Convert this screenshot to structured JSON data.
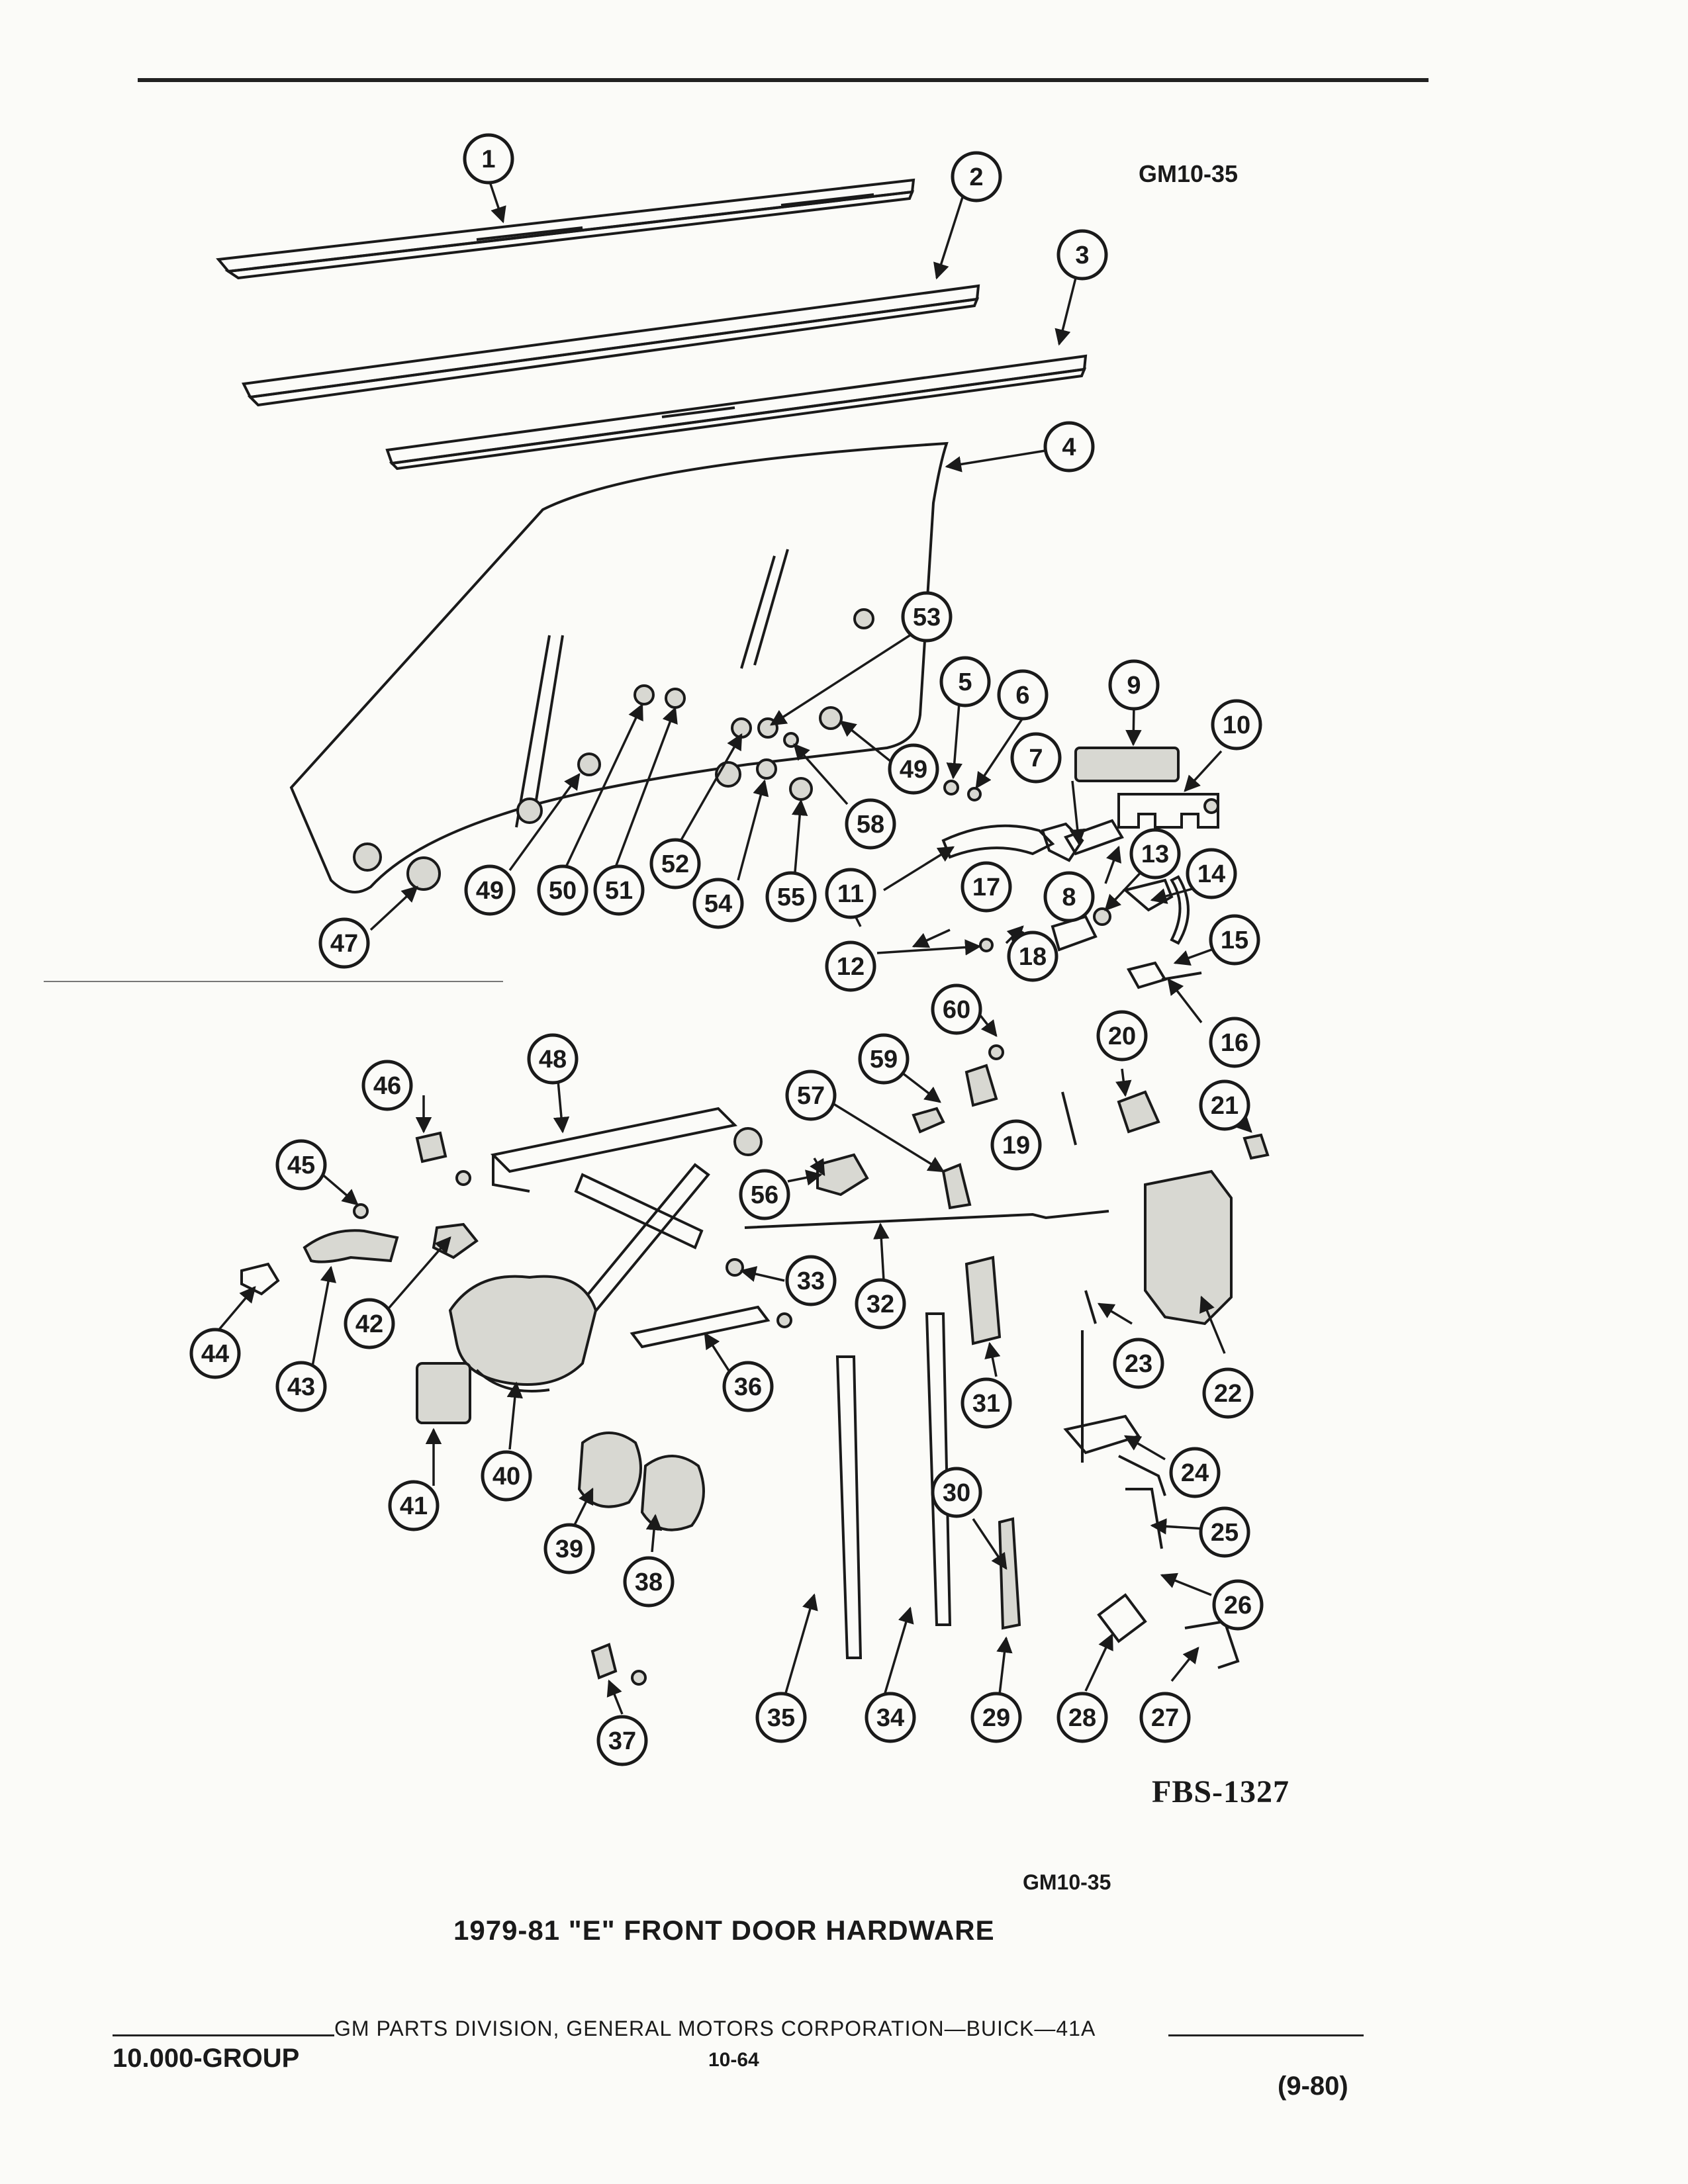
{
  "header": {
    "figure_code": "GM10-35"
  },
  "diagram": {
    "fbs_code": "FBS-1327",
    "callouts": [
      "1",
      "2",
      "3",
      "4",
      "5",
      "6",
      "7",
      "8",
      "9",
      "10",
      "11",
      "12",
      "13",
      "14",
      "15",
      "16",
      "17",
      "18",
      "19",
      "20",
      "21",
      "22",
      "23",
      "24",
      "25",
      "26",
      "27",
      "28",
      "29",
      "30",
      "31",
      "32",
      "33",
      "34",
      "35",
      "36",
      "37",
      "38",
      "39",
      "40",
      "41",
      "42",
      "43",
      "44",
      "45",
      "46",
      "47",
      "48",
      "49",
      "49",
      "50",
      "51",
      "52",
      "53",
      "54",
      "55",
      "56",
      "57",
      "58",
      "59",
      "60"
    ]
  },
  "caption": {
    "figure_code": "GM10-35",
    "title": "1979-81 \"E\" FRONT DOOR HARDWARE"
  },
  "footer": {
    "group": "10.000-GROUP",
    "publisher": "GM PARTS DIVISION, GENERAL MOTORS CORPORATION—BUICK—41A",
    "page": "10-64",
    "date": "(9-80)"
  }
}
